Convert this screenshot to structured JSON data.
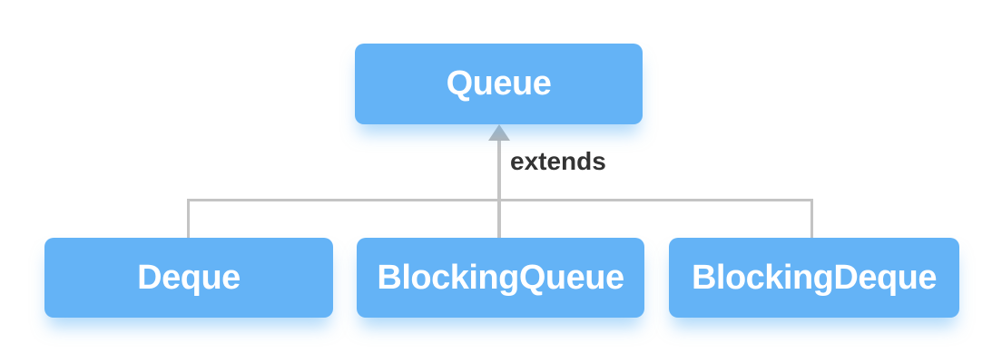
{
  "diagram": {
    "type": "class-hierarchy",
    "nodes": {
      "queue": {
        "label": "Queue"
      },
      "deque": {
        "label": "Deque"
      },
      "blocking_queue": {
        "label": "BlockingQueue"
      },
      "blocking_deque": {
        "label": "BlockingDeque"
      }
    },
    "edges": {
      "relationship_label": "extends",
      "children": [
        "Deque",
        "BlockingQueue",
        "BlockingDeque"
      ],
      "parent": "Queue"
    },
    "colors": {
      "node_fill": "#64b3f6",
      "node_text": "#ffffff",
      "connector": "#c4c4c4",
      "arrow": "#b5b5b5",
      "edge_label_text": "#333333",
      "background": "#ffffff"
    }
  }
}
